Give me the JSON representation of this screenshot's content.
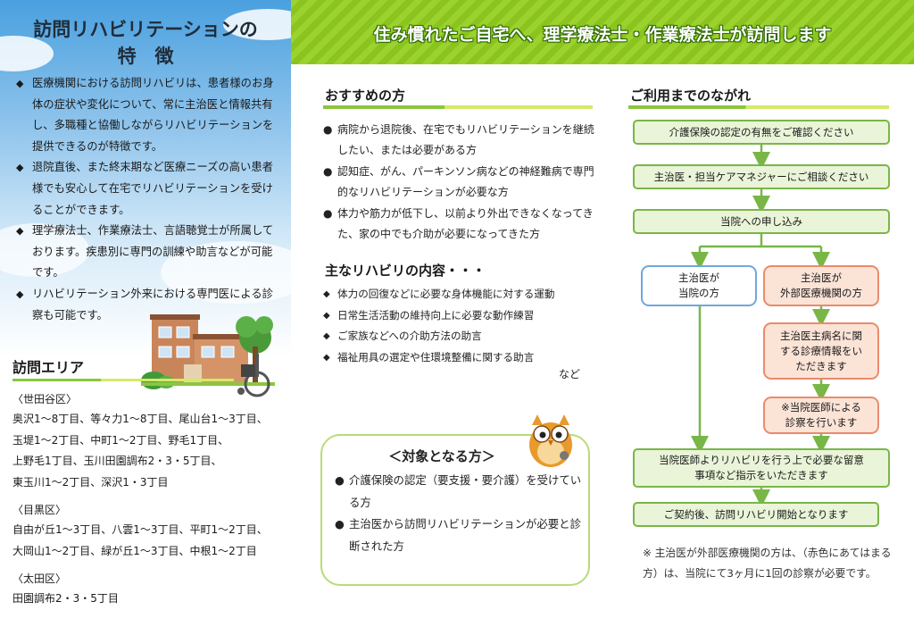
{
  "left": {
    "title_line1": "訪問リハビリテーションの",
    "title_line2": "特　徴",
    "features": [
      "医療機関における訪問リハビリは、患者様のお身体の症状や変化について、常に主治医と情報共有し、多職種と協働しながらリハビリテーションを提供できるのが特徴です。",
      "退院直後、また終末期など医療ニーズの高い患者様でも安心して在宅でリハビリテーションを受けることができます。",
      "理学療法士、作業療法士、言語聴覚士が所属しております。疾患別に専門の訓練や助言などが可能です。",
      "リハビリテーション外来における専門医による診察も可能です。"
    ],
    "area_title": "訪問エリア",
    "areas": [
      {
        "ward": "〈世田谷区〉",
        "lines": [
          "奥沢1～8丁目、等々力1～8丁目、尾山台1～3丁目、",
          "玉堤1～2丁目、中町1～2丁目、野毛1丁目、",
          "上野毛1丁目、玉川田園調布2・3・5丁目、",
          "東玉川1～2丁目、深沢1・3丁目"
        ]
      },
      {
        "ward": "〈目黒区〉",
        "lines": [
          "自由が丘1～3丁目、八雲1～3丁目、平町1～2丁目、",
          "大岡山1～2丁目、緑が丘1～3丁目、中根1～2丁目"
        ]
      },
      {
        "ward": "〈太田区〉",
        "lines": [
          "田園調布2・3・5丁目"
        ]
      }
    ]
  },
  "banner": {
    "text": "住み慣れたご自宅へ、理学療法士・作業療法士が訪問します"
  },
  "middle": {
    "recommend_title": "おすすめの方",
    "recommend": [
      "病院から退院後、在宅でもリハビリテーションを継続したい、または必要がある方",
      "認知症、がん、パーキンソン病などの神経難病で専門的なリハビリテーションが必要な方",
      "体力や筋力が低下し、以前より外出できなくなってきた、家の中でも介助が必要になってきた方"
    ],
    "content_title": "主なリハビリの内容・・・",
    "contents": [
      "体力の回復などに必要な身体機能に対する運動",
      "日常生活活動の維持向上に必要な動作練習",
      "ご家族などへの介助方法の助言",
      "福祉用具の選定や住環境整備に関する助言"
    ],
    "contents_suffix": "など",
    "target_title": "＜対象となる方＞",
    "targets": [
      "介護保険の認定（要支援・要介護）を受けている方",
      "主治医から訪問リハビリテーションが必要と診断された方"
    ]
  },
  "right": {
    "flow_title": "ご利用までのながれ",
    "step1": "介護保険の認定の有無をご確認ください",
    "step2": "主治医・担当ケアマネジャーにご相談ください",
    "step3": "当院への申し込み",
    "branch_a": "主治医が\n当院の方",
    "branch_b": "主治医が\n外部医療機関の方",
    "step_b1": "主治医主病名に関\nする診療情報をい\nただきます",
    "step_b2": "※当院医師による\n診察を行います",
    "step4": "当院医師よりリハビリを行う上で必要な留意\n事項など指示をいただきます",
    "step5": "ご契約後、訪問リハビリ開始となります",
    "note": "※ 主治医が外部医療機関の方は、（赤色にあてはまる方）は、当院にて3ヶ月に1回の診察が必要です。"
  },
  "colors": {
    "banner_green": "#8cc41f",
    "flow_green_border": "#79b648",
    "flow_blue_border": "#6fa8dc",
    "flow_red_border": "#e98b6d"
  }
}
